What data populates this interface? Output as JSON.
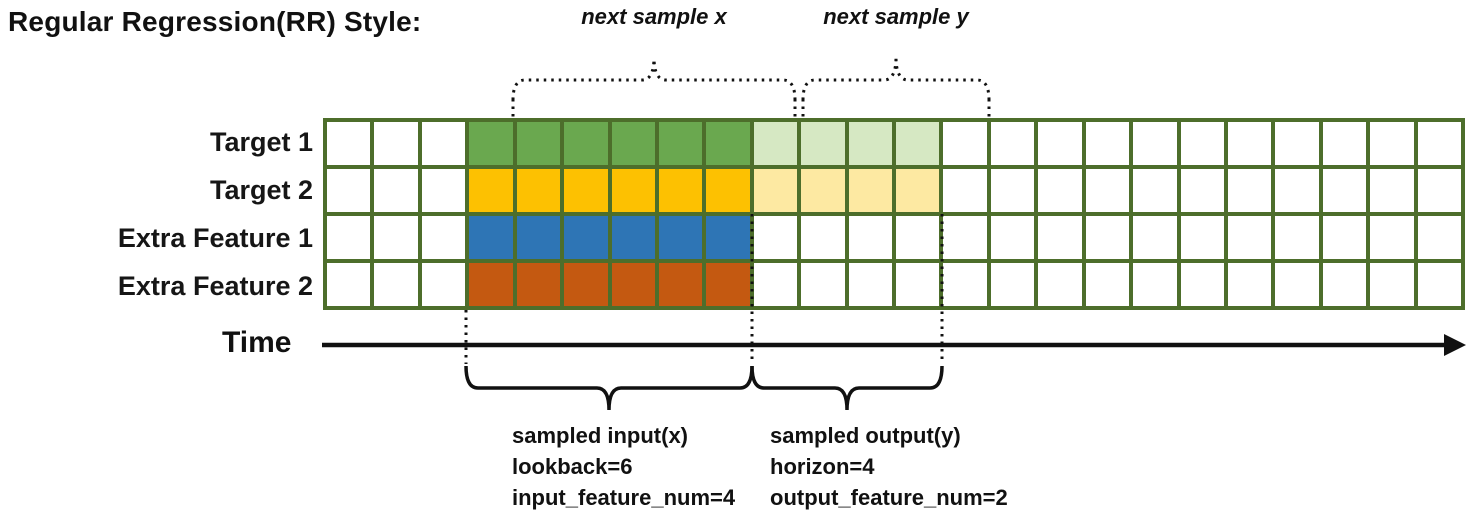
{
  "title": "Regular Regression(RR) Style:",
  "top_annotations": {
    "next_sample_x": "next sample x",
    "next_sample_y": "next sample y"
  },
  "time_axis": {
    "label": "Time"
  },
  "grid": {
    "columns": 24,
    "border_color": "#4d6e2b",
    "rows": [
      {
        "label": "Target 1",
        "lookback_color": "#6aa84f",
        "horizon_color": "#d6e8c3",
        "lookback_cols": [
          3,
          8
        ],
        "horizon_cols": [
          9,
          12
        ]
      },
      {
        "label": "Target 2",
        "lookback_color": "#fdc101",
        "horizon_color": "#fde9a2",
        "lookback_cols": [
          3,
          8
        ],
        "horizon_cols": [
          9,
          12
        ]
      },
      {
        "label": "Extra Feature 1",
        "lookback_color": "#2e75b5",
        "lookback_cols": [
          3,
          8
        ]
      },
      {
        "label": "Extra Feature 2",
        "lookback_color": "#c45911",
        "lookback_cols": [
          3,
          8
        ]
      }
    ]
  },
  "bottom_annotations": {
    "input": {
      "lines": [
        "sampled input(x)",
        "lookback=6",
        "input_feature_num=4"
      ]
    },
    "output": {
      "lines": [
        "sampled output(y)",
        "horizon=4",
        "output_feature_num=2"
      ]
    }
  }
}
